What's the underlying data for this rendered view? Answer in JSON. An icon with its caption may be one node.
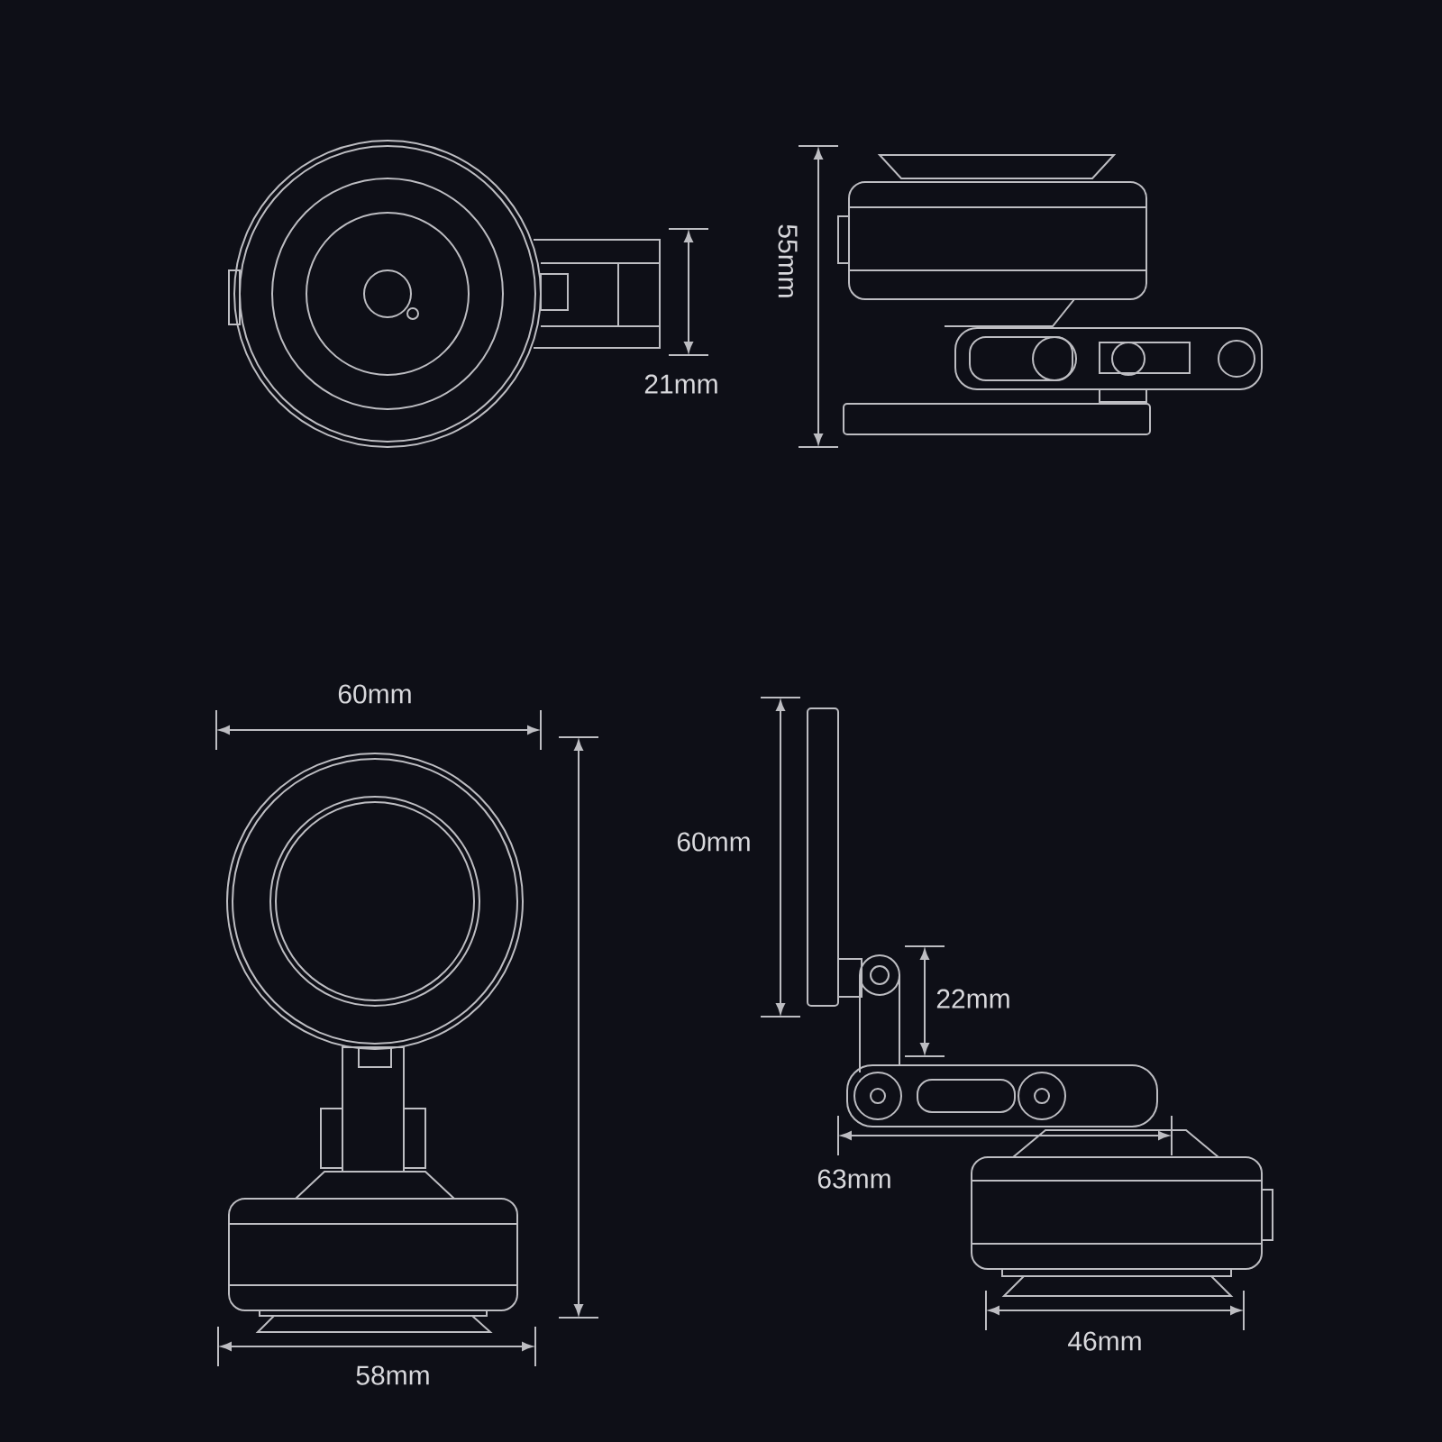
{
  "diagram": {
    "labels": [
      "21mm",
      "55mm",
      "60mm",
      "60mm",
      "22mm",
      "63mm",
      "46mm",
      "58mm"
    ]
  }
}
